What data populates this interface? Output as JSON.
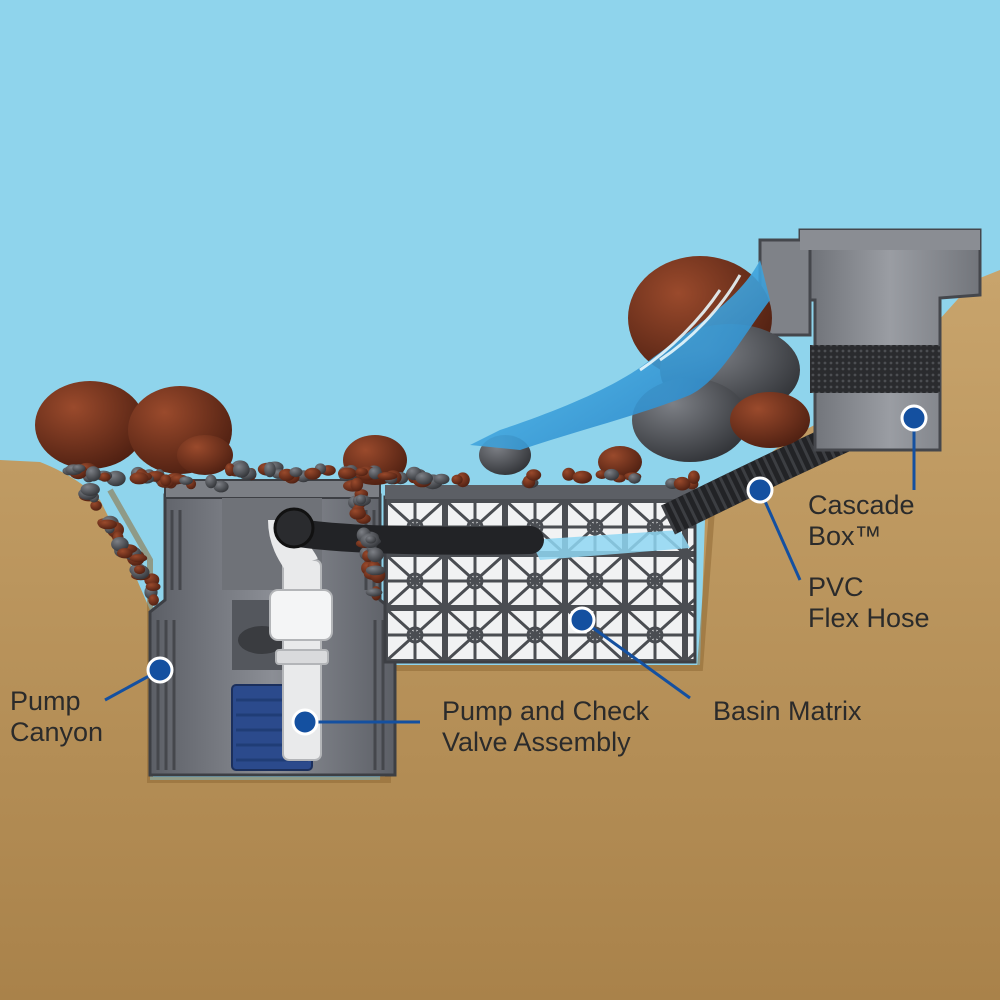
{
  "labels": {
    "pump_canyon": [
      "Pump",
      "Canyon"
    ],
    "pump_check_valve": [
      "Pump and Check",
      "Valve Assembly"
    ],
    "basin_matrix": [
      "Basin Matrix"
    ],
    "pvc_flex_hose": [
      "PVC",
      "Flex Hose"
    ],
    "cascade_box": [
      "Cascade",
      "Box™"
    ]
  },
  "colors": {
    "sky": "#8fd4ec",
    "soil": "#b8935c",
    "soil_dark": "#a88148",
    "marker": "#1450a0",
    "leader": "#1450a0",
    "water": "#2e8fd0"
  }
}
